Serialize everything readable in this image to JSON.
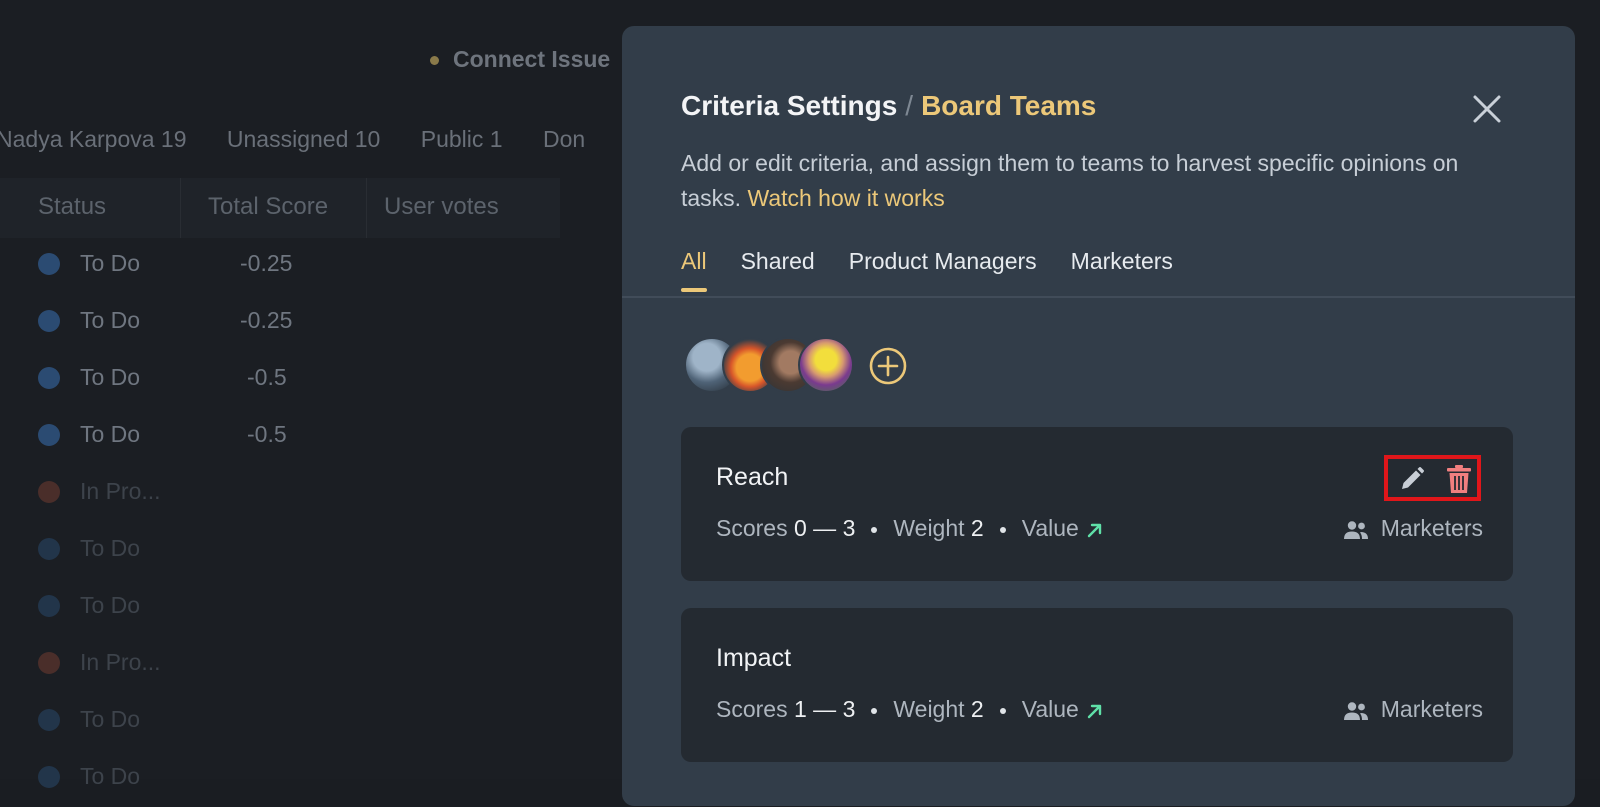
{
  "background": {
    "connect_label": "Connect Issue",
    "filters": [
      "Nadya Karpova 19",
      "Unassigned 10",
      "Public 1",
      "Don"
    ],
    "columns": {
      "status": "Status",
      "total_score": "Total Score",
      "user_votes": "User votes"
    },
    "rows": [
      {
        "status": "To Do",
        "score": "-0.25",
        "dot_color": "#2b4b72",
        "dim": false
      },
      {
        "status": "To Do",
        "score": "-0.25",
        "dot_color": "#2b4b72",
        "dim": false
      },
      {
        "status": "To Do",
        "score": "-0.5",
        "dot_color": "#2b4b72",
        "dim": false
      },
      {
        "status": "To Do",
        "score": "-0.5",
        "dot_color": "#2b4b72",
        "dim": false
      },
      {
        "status": "In Pro...",
        "score": "",
        "dot_color": "#4a2e2a",
        "dim": true
      },
      {
        "status": "To Do",
        "score": "",
        "dot_color": "#22354a",
        "dim": true
      },
      {
        "status": "To Do",
        "score": "",
        "dot_color": "#22354a",
        "dim": true
      },
      {
        "status": "In Pro...",
        "score": "",
        "dot_color": "#4a2e2a",
        "dim": true
      },
      {
        "status": "To Do",
        "score": "",
        "dot_color": "#22354a",
        "dim": true
      },
      {
        "status": "To Do",
        "score": "",
        "dot_color": "#22354a",
        "dim": true
      }
    ]
  },
  "modal": {
    "title": "Criteria Settings",
    "separator": "/",
    "subtitle": "Board Teams",
    "description": "Add or edit criteria, and assign them to teams to harvest specific opinions on tasks.",
    "link": "Watch how it works",
    "tabs": [
      "All",
      "Shared",
      "Product Managers",
      "Marketers"
    ],
    "active_tab": "All",
    "accent_color": "#ecc879",
    "criteria": [
      {
        "name": "Reach",
        "scores_label": "Scores",
        "min": "0",
        "dash": "—",
        "max": "3",
        "weight_label": "Weight",
        "weight": "2",
        "value_label": "Value",
        "team": "Marketers"
      },
      {
        "name": "Impact",
        "scores_label": "Scores",
        "min": "1",
        "dash": "—",
        "max": "3",
        "weight_label": "Weight",
        "weight": "2",
        "value_label": "Value",
        "team": "Marketers"
      }
    ]
  }
}
